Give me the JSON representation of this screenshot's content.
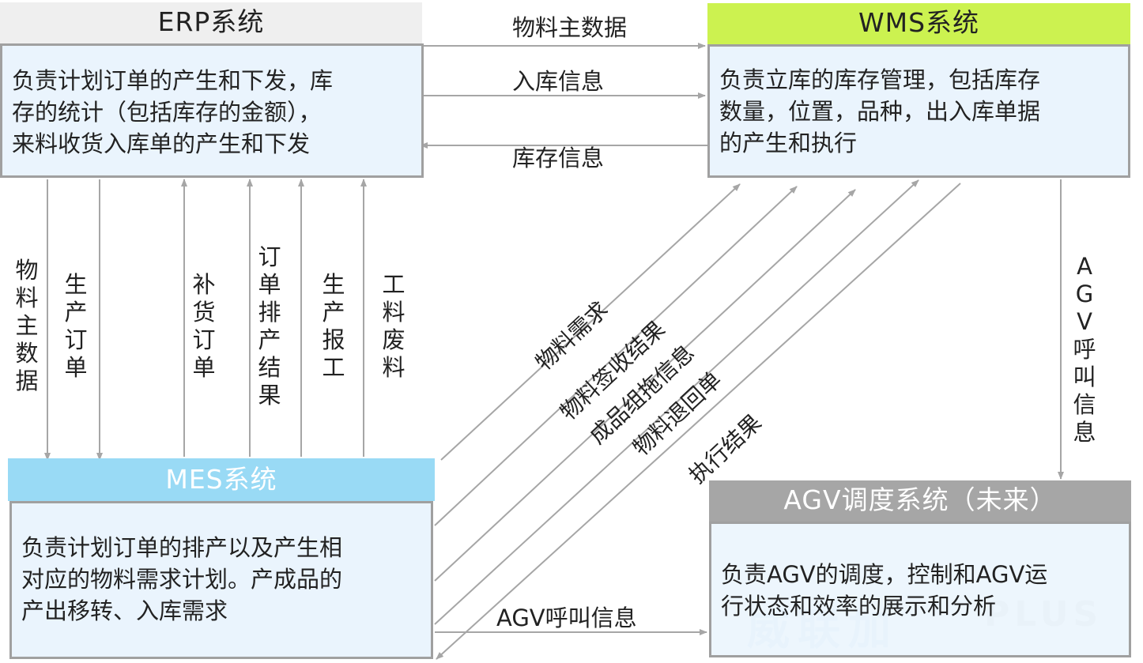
{
  "systems": {
    "erp": {
      "title": "ERP系统",
      "desc": [
        "负责计划订单的产生和下发，库",
        "存的统计（包括库存的金额），",
        "来料收货入库单的产生和下发"
      ]
    },
    "wms": {
      "title": "WMS系统",
      "desc": [
        "负责立库的库存管理，包括库存",
        "数量，位置，品种，出入库单据",
        "的产生和执行"
      ]
    },
    "mes": {
      "title": "MES系统",
      "desc": [
        "负责计划订单的排产以及产生相",
        "对应的物料需求计划。产成品的",
        "产出移转、入库需求"
      ]
    },
    "agv": {
      "title": "AGV调度系统（未来）",
      "desc": [
        "负责AGV的调度，控制和AGV运",
        "行状态和效率的展示和分析"
      ]
    }
  },
  "flows": {
    "erp_wms": [
      "物料主数据",
      "入库信息",
      "库存信息"
    ],
    "erp_mes": [
      "物料主数据",
      "生产订单",
      "补货订单",
      "订单排产结果",
      "生产报工",
      "工料废料"
    ],
    "mes_wms": [
      "物料需求",
      "物料签收结果",
      "成品组拖信息",
      "物料退回单",
      "执行结果"
    ],
    "wms_agv": "AGV呼叫信息",
    "mes_agv": "AGV呼叫信息"
  },
  "watermark": {
    "cn": "威联加",
    "en": "PLUS"
  },
  "colors": {
    "erp_header": "#efefef",
    "wms_header": "#ccf250",
    "mes_header": "#99daf5",
    "agv_header": "#a6a6a6",
    "box_fill": "#eaf4fd",
    "box_border": "#a0a0a0",
    "arrow": "#a6a6a6"
  }
}
